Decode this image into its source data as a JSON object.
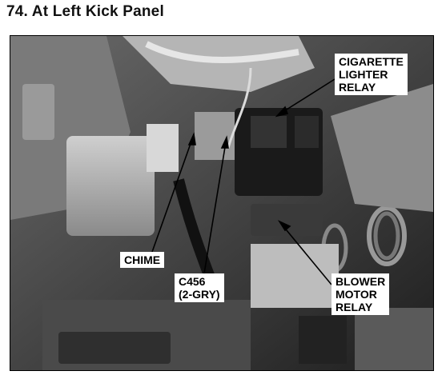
{
  "page": {
    "title": "74. At Left Kick Panel"
  },
  "callouts": {
    "cigarette_lighter_relay": [
      "CIGARETTE",
      "LIGHTER",
      "RELAY"
    ],
    "chime": [
      "CHIME"
    ],
    "c456": [
      "C456",
      "(2-GRY)"
    ],
    "blower_motor_relay": [
      "BLOWER",
      "MOTOR",
      "RELAY"
    ]
  }
}
